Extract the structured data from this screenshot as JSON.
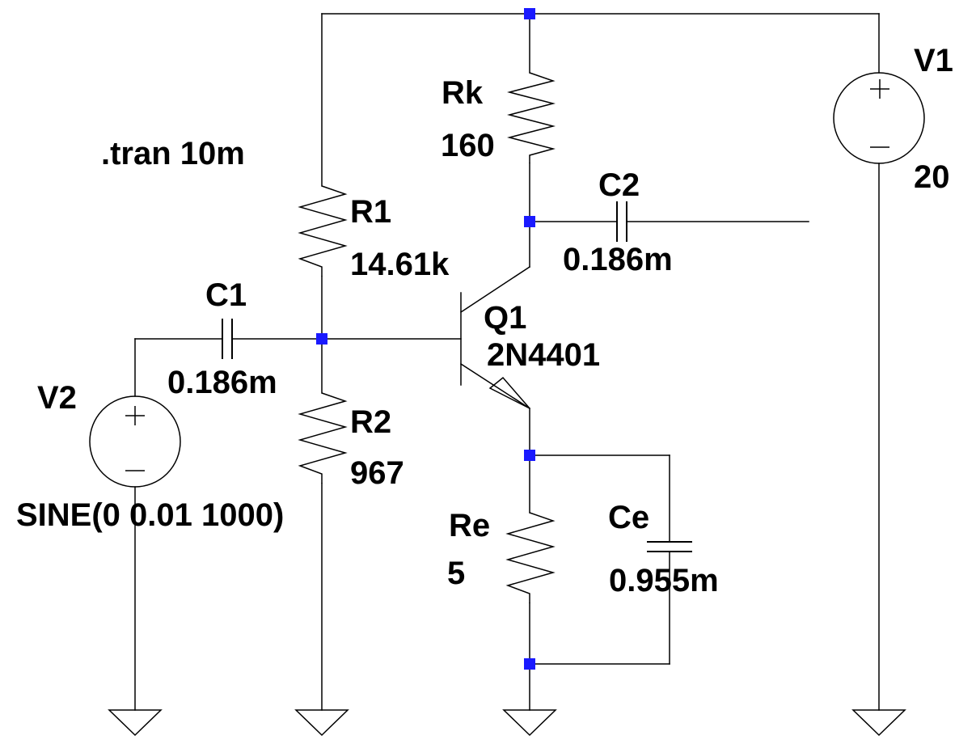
{
  "directive": ".tran 10m",
  "components": {
    "V1": {
      "name": "V1",
      "value": "20"
    },
    "V2": {
      "name": "V2",
      "value": "SINE(0 0.01 1000)"
    },
    "Rk": {
      "name": "Rk",
      "value": "160"
    },
    "R1": {
      "name": "R1",
      "value": "14.61k"
    },
    "R2": {
      "name": "R2",
      "value": "967"
    },
    "Re": {
      "name": "Re",
      "value": "5"
    },
    "C1": {
      "name": "C1",
      "value": "0.186m"
    },
    "C2": {
      "name": "C2",
      "value": "0.186m"
    },
    "Ce": {
      "name": "Ce",
      "value": "0.955m"
    },
    "Q1": {
      "name": "Q1",
      "value": "2N4401"
    }
  },
  "colors": {
    "wire": "#000000",
    "node": "#1a1aff",
    "background": "#ffffff"
  }
}
